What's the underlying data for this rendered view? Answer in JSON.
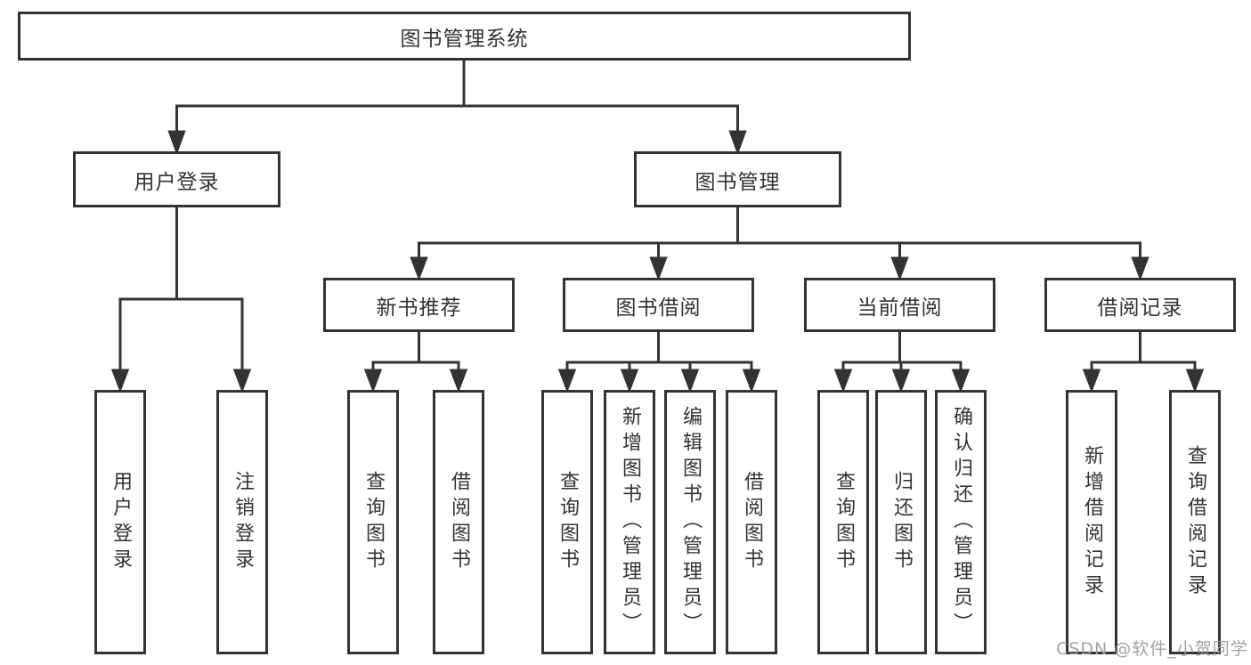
{
  "tree": {
    "root": "图书管理系统",
    "branches": [
      {
        "label": "用户登录",
        "children": [
          "用户登录",
          "注销登录"
        ]
      },
      {
        "label": "图书管理",
        "children": [
          {
            "label": "新书推荐",
            "children": [
              "查询图书",
              "借阅图书"
            ]
          },
          {
            "label": "图书借阅",
            "children": [
              "查询图书",
              "新增图书（管理员）",
              "编辑图书（管理员）",
              "借阅图书"
            ]
          },
          {
            "label": "当前借阅",
            "children": [
              "查询图书",
              "归还图书",
              "确认归还（管理员）"
            ]
          },
          {
            "label": "借阅记录",
            "children": [
              "新增借阅记录",
              "查询借阅记录"
            ]
          }
        ]
      }
    ]
  },
  "watermark": "CSDN @软件_小贺同学",
  "colors": {
    "line": "#333333",
    "text": "#333333",
    "box_background": "#ffffff",
    "page_background": "#ffffff",
    "watermark": "#9e9e9e"
  }
}
